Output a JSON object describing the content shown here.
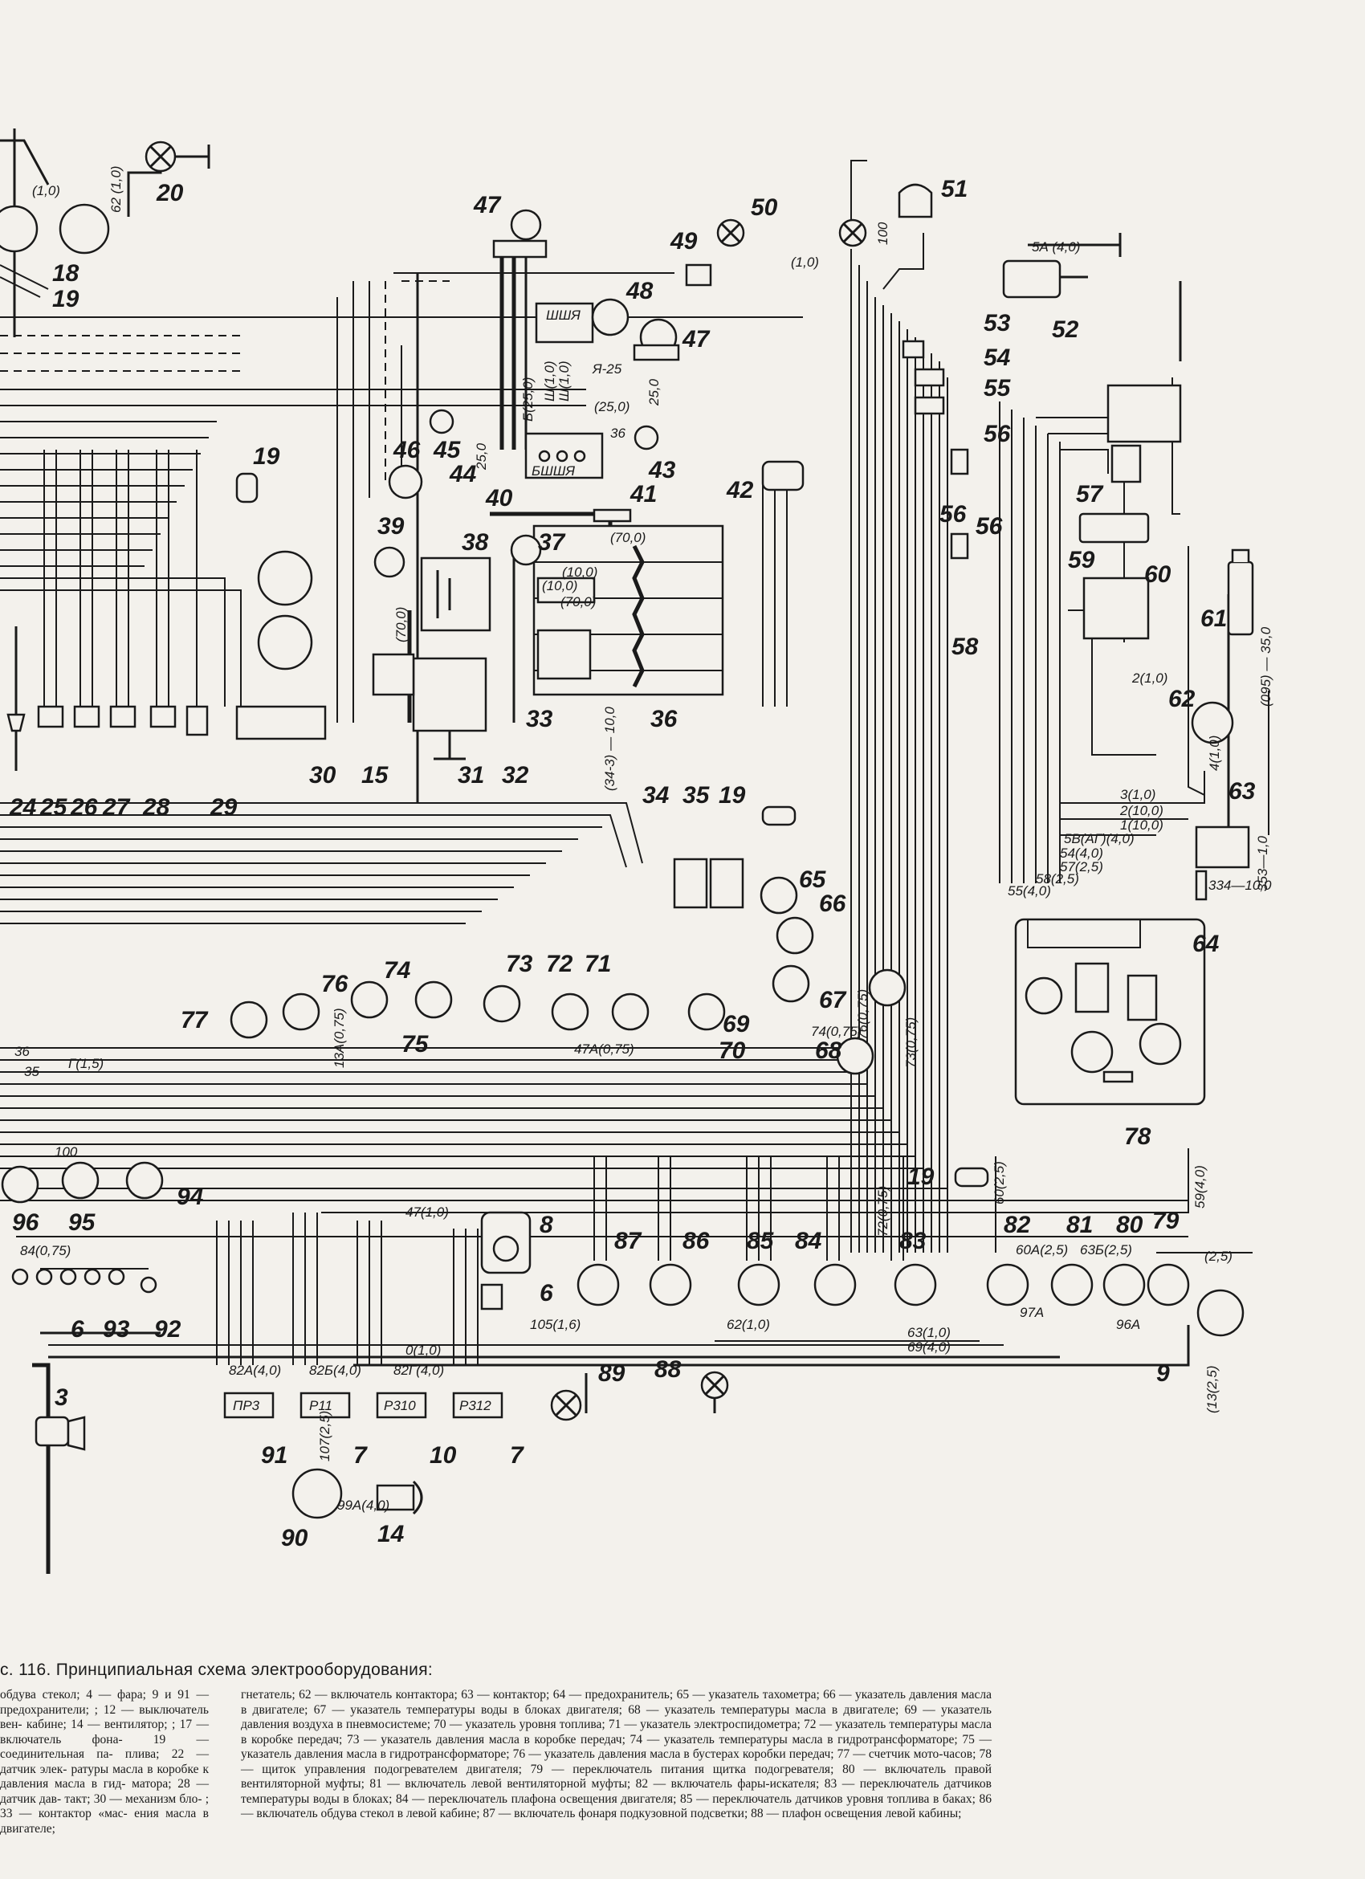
{
  "figure": {
    "caption_title": "с. 116. Принципиальная схема электрооборудования:",
    "legend_left": "обдува стекол; 4 — фара; 9 и 91 — предохранители; ; 12 — выключатель вен- кабине; 14 — вентилятор; ; 17 — включатель фона- 19 — соединительная па- плива; 22 — датчик элек- ратуры масла в коробке к давления масла в гид- матора; 28 — датчик дав- такт; 30 — механизм бло- ; 33 — контактор «мас- ения масла в двигателе;",
    "legend_right": "гнетатель; 62 — включатель контактора; 63 — контактор; 64 — предохранитель; 65 — указатель тахометра; 66 — указатель давления масла в двигателе; 67 — указатель температуры воды в блоках двигателя; 68 — указатель температуры масла в двигателе; 69 — указатель давления воздуха в пневмосистеме; 70 — указатель уровня топлива; 71 — указатель электроспидометра; 72 — указатель температуры масла в коробке передач; 73 — указатель давления масла в коробке передач; 74 — указатель температуры масла в гидротрансформаторе; 75 — указатель давления масла в гидротрансформаторе; 76 — указатель давления масла в бустерах коробки передач; 77 — счетчик мото-часов; 78 — щиток управления подогревателем двигателя; 79 — переключатель питания щитка подогревателя; 80 — включатель правой вентиляторной муфты; 81 — включатель левой вентиляторной муфты; 82 — включатель фары-искателя; 83 — переключатель датчиков температуры воды в блоках; 84 — переключатель плафона освещения двигателя; 85 — переключатель датчиков уровня топлива в баках; 86 — включатель обдува стекол в левой кабине; 87 — включатель фонаря подкузовной подсветки; 88 — плафон освещения левой кабины;"
  },
  "component_labels": {
    "c1": "20",
    "c2": "18",
    "c3": "19",
    "c4": "47",
    "c5": "50",
    "c6": "51",
    "c7": "49",
    "c8": "48",
    "c9": "52",
    "c10": "47",
    "c11": "53",
    "c12": "54",
    "c13": "55",
    "c14": "56",
    "c15": "46",
    "c16": "45",
    "c17": "44",
    "c18": "43",
    "c19": "40",
    "c20": "41",
    "c21": "42",
    "c22": "57",
    "c23": "19",
    "c24": "39",
    "c25": "38",
    "c26": "37",
    "c27": "56",
    "c28": "59",
    "c29": "60",
    "c30": "61",
    "c31": "58",
    "c32": "62",
    "c33": "33",
    "c34": "36",
    "c35": "24",
    "c36": "25",
    "c37": "26",
    "c38": "27",
    "c39": "28",
    "c40": "29",
    "c41": "30",
    "c42": "15",
    "c43": "31",
    "c44": "32",
    "c45": "34",
    "c46": "35",
    "c47": "19",
    "c48": "63",
    "c49": "65",
    "c50": "66",
    "c51": "64",
    "c52": "76",
    "c53": "74",
    "c54": "73",
    "c55": "72",
    "c56": "71",
    "c57": "77",
    "c58": "75",
    "c59": "67",
    "c60": "69",
    "c61": "70",
    "c62": "68",
    "c63": "78",
    "c64": "96",
    "c65": "95",
    "c66": "94",
    "c67": "19",
    "c68": "8",
    "c69": "6",
    "c70": "87",
    "c71": "86",
    "c72": "85",
    "c73": "84",
    "c74": "83",
    "c75": "82",
    "c76": "81",
    "c77": "80",
    "c78": "79",
    "c79": "93",
    "c80": "92",
    "c81": "6",
    "c82": "3",
    "c83": "89",
    "c84": "88",
    "c85": "9",
    "c86": "91",
    "c87": "7",
    "c88": "10",
    "c89": "7",
    "c90": "90",
    "c91": "14",
    "c92": "56",
    "c93": "56"
  },
  "wire_labels": {
    "w1": "(1,0)",
    "w2": "62 (1,0)",
    "w3": "(1,0)",
    "w4": "100",
    "w5": "5А (4,0)",
    "w6": "Я-25",
    "w7": "(25,0)",
    "w8": "36",
    "w9": "25,0",
    "w10": "25,0",
    "w11": "Б(25,0)",
    "w12": "Ш(1,0)",
    "w13": "Ш(1,0)",
    "w14": "(70,0)",
    "w15": "(70,0)",
    "w16": "(10,0)",
    "w17": "(70,0)",
    "w18": "(34-3) — 10,0",
    "w19": "(10,0)",
    "w20": "3(1,0)",
    "w21": "2(10,0)",
    "w22": "1(10,0)",
    "w23": "5В(АГ)(4,0)",
    "w24": "54(4,0)",
    "w25": "57(2,5)",
    "w26": "58(2,5)",
    "w27": "55(4,0)",
    "w28": "(095) — 35,0",
    "w29": "334—10,0",
    "w30": "353—1,0",
    "w31": "4(1,0)",
    "w32": "2(1,0)",
    "w33": "Г(1,5)",
    "w34": "36",
    "w35": "35",
    "w36": "100",
    "w37": "47(1,0)",
    "w38": "84(0,75)",
    "w39": "0(1,0)",
    "w40": "82Г(4,0)",
    "w41": "82Б(4,0)",
    "w42": "82А(4,0)",
    "w43": "105(1,6)",
    "w44": "62(1,0)",
    "w45": "63(1,0)",
    "w46": "69(4,0)",
    "w47": "97А",
    "w48": "96А",
    "w49": "60А(2,5)",
    "w50": "63Б(2,5)",
    "w51": "(2,5)",
    "w52": "59(4,0)",
    "w53": "60(2,5)",
    "w54": "(13(2,5)",
    "w55": "107(2,5)",
    "w56": "99А(4,0)",
    "w57": "47А(0,75)",
    "w58": "74(0,75)",
    "w59": "76(0,75)",
    "w60": "73(0,75)",
    "w61": "72(0,75)",
    "w62": "13А(0,75)",
    "w63": "Р11",
    "w64": "Р310",
    "w65": "Р312",
    "w66": "ПР3",
    "w67": "ШШЯ",
    "w68": "БШШЯ"
  }
}
